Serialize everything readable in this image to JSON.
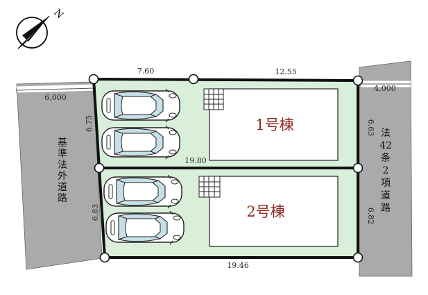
{
  "compass": {
    "north_label": "N"
  },
  "dimensions": {
    "top_left": "7.60",
    "top_right": "12.55",
    "left_upper": "6.75",
    "left_lower": "6.83",
    "right_upper": "6.63",
    "right_lower": "6.82",
    "middle": "19.80",
    "bottom": "19.46"
  },
  "roads": {
    "left": {
      "width": "6,000",
      "name": [
        "基",
        "準",
        "法",
        "外",
        "道",
        "路"
      ]
    },
    "right": {
      "width": "4,000",
      "name": [
        "法",
        "42",
        "条",
        "2",
        "項",
        "道",
        "路"
      ]
    }
  },
  "buildings": [
    {
      "label": "1号棟"
    },
    {
      "label": "2号棟"
    }
  ],
  "colors": {
    "lot_fill": "#d9efd9",
    "road_fill": "#aaaaaa",
    "boundary": "#111111",
    "building_label": "#8b2a1e"
  }
}
